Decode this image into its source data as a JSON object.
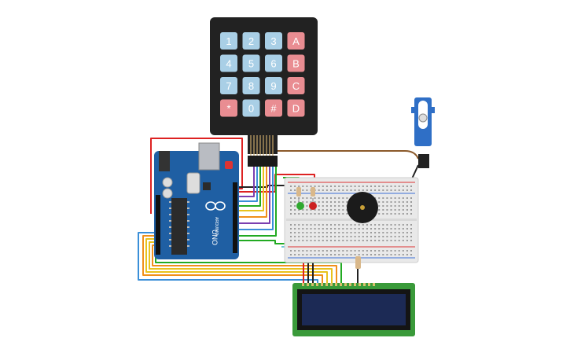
{
  "keypad": {
    "keys": [
      [
        "1",
        "2",
        "3",
        "A"
      ],
      [
        "4",
        "5",
        "6",
        "B"
      ],
      [
        "7",
        "8",
        "9",
        "C"
      ],
      [
        "*",
        "0",
        "#",
        "D"
      ]
    ],
    "colors": {
      "body": "#222222",
      "digit": "#a9cfe6",
      "letter": "#e98d92",
      "key_text": "#ffffff"
    }
  },
  "arduino": {
    "brand": "ARDUINO",
    "model": "UNO",
    "logo_icon": "infinity-logo-icon",
    "colors": {
      "board": "#1f5fa3",
      "chip": "#2b2b2b"
    }
  },
  "breadboard": {
    "colors": {
      "body": "#e9e9e9",
      "rail_red": "#d33",
      "rail_blue": "#3a6fd8"
    }
  },
  "lcd": {
    "colors": {
      "board": "#3a9a3a",
      "screen": "#1c2a55"
    }
  },
  "servo": {
    "colors": {
      "body": "#2f6fc6"
    }
  },
  "wire_colors": {
    "red": "#d22",
    "black": "#222",
    "brown": "#8b5a2b",
    "green": "#2a2",
    "yellow": "#e8c21d",
    "orange": "#f0901a",
    "blue": "#3a8fd8",
    "purple": "#7b3fb0",
    "gray": "#888"
  }
}
